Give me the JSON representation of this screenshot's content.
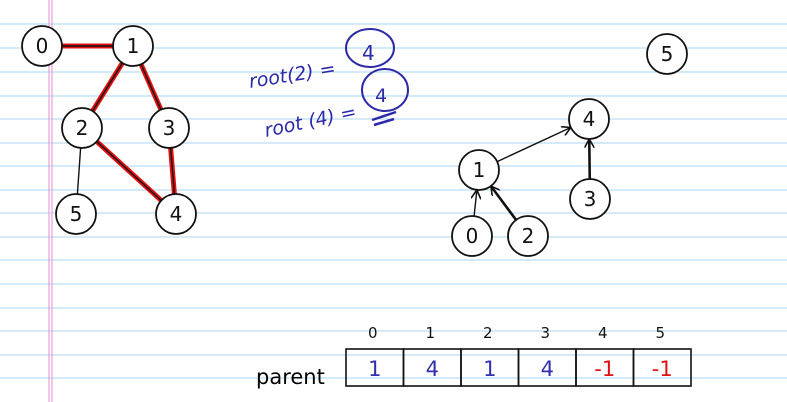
{
  "graph": {
    "nodes": [
      {
        "id": "0",
        "label": "0"
      },
      {
        "id": "1",
        "label": "1"
      },
      {
        "id": "2",
        "label": "2"
      },
      {
        "id": "3",
        "label": "3"
      },
      {
        "id": "4",
        "label": "4"
      },
      {
        "id": "5",
        "label": "5"
      }
    ],
    "edges": [
      {
        "from": "0",
        "to": "1",
        "highlighted": true
      },
      {
        "from": "1",
        "to": "2",
        "highlighted": true
      },
      {
        "from": "1",
        "to": "3",
        "highlighted": true
      },
      {
        "from": "2",
        "to": "4",
        "highlighted": true
      },
      {
        "from": "3",
        "to": "4",
        "highlighted": true
      },
      {
        "from": "2",
        "to": "5",
        "highlighted": false
      }
    ]
  },
  "notes": {
    "line1": {
      "text": "root(2) =",
      "answer": "4"
    },
    "line2": {
      "text": "root (4) =",
      "answer": "4"
    }
  },
  "forest": {
    "nodes": [
      {
        "id": "0",
        "label": "0"
      },
      {
        "id": "1",
        "label": "1"
      },
      {
        "id": "2",
        "label": "2"
      },
      {
        "id": "3",
        "label": "3"
      },
      {
        "id": "4",
        "label": "4"
      },
      {
        "id": "5",
        "label": "5"
      }
    ],
    "arrows": [
      {
        "from": "0",
        "to": "1"
      },
      {
        "from": "2",
        "to": "1"
      },
      {
        "from": "1",
        "to": "4"
      },
      {
        "from": "3",
        "to": "4"
      }
    ]
  },
  "parent_table": {
    "label": "parent",
    "indices": [
      "0",
      "1",
      "2",
      "3",
      "4",
      "5"
    ],
    "values": [
      "1",
      "4",
      "1",
      "4",
      "-1",
      "-1"
    ]
  },
  "colors": {
    "ink": "#111111",
    "highlight": "#e01010",
    "note_ink": "#2c2aa8",
    "value_blue": "#3030b0",
    "value_red": "#e01010",
    "ruled_line": "#a9d6f2",
    "margin_line": "#e6a0d8"
  }
}
